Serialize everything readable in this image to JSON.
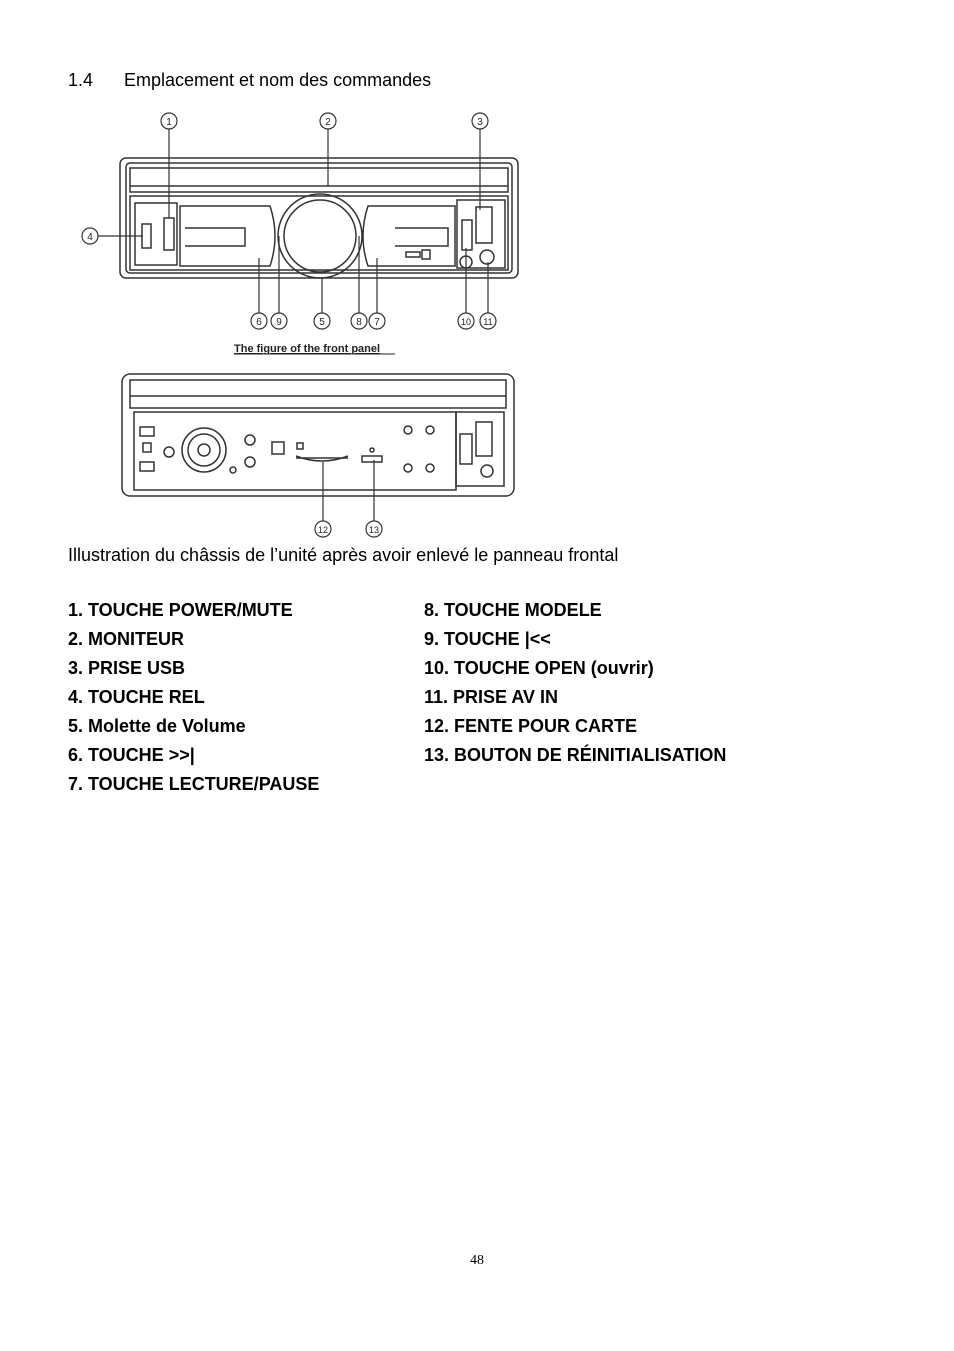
{
  "section": {
    "number": "1.4",
    "title": "Emplacement et nom des commandes"
  },
  "figure": {
    "front_panel_caption": "The figure of the front panel",
    "callouts_top": [
      "1",
      "2",
      "3",
      "4",
      "6",
      "9",
      "5",
      "8",
      "7",
      "10",
      "11"
    ],
    "callouts_bottom": [
      "12",
      "13"
    ]
  },
  "chassis_caption": "Illustration du châssis de l’unité après avoir enlevé le panneau frontal",
  "legend_left": [
    "1. TOUCHE POWER/MUTE",
    "2. MONITEUR",
    "3. PRISE USB",
    "4. TOUCHE REL",
    "5. Molette de Volume",
    "6. TOUCHE >>|",
    "7. TOUCHE LECTURE/PAUSE"
  ],
  "legend_right": [
    "8. TOUCHE MODELE",
    "9. TOUCHE |<<",
    "10. TOUCHE OPEN (ouvrir)",
    "11. PRISE AV IN",
    "12. FENTE POUR CARTE",
    "13. BOUTON DE RÉINITIALISATION"
  ],
  "page_number": "48"
}
